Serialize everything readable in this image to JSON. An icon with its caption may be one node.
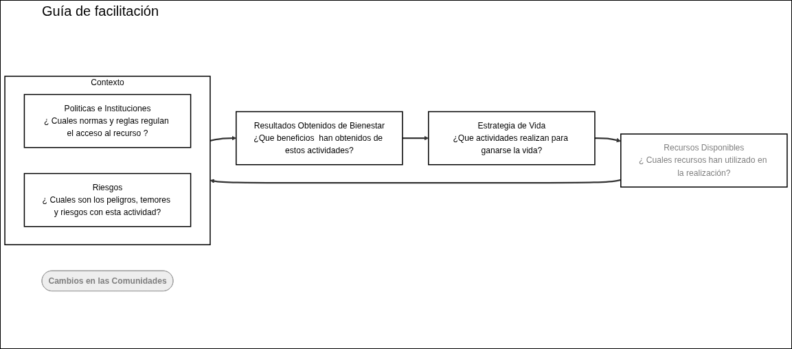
{
  "diagram": {
    "title": "Guía de facilitación",
    "nodes": [
      {
        "text": [
          "Estrategia de Vida",
          "¿Que actividades realizan para ganarse la vida?"
        ]
      },
      {
        "text": [
          "Recursos Disponibles",
          "¿ Cuales recursos han utilizado en la realización?"
        ]
      },
      {
        "text": [
          "Contexto"
        ]
      },
      {
        "text": [
          "Politicas e Instituciones",
          "¿ Cuales normas y reglas regulan el acceso al recurso ?"
        ],
        "in": 2
      },
      {
        "text": [
          "Riesgos",
          "¿ Cuales son los peligros, temores y riesgos con esta actividad?"
        ],
        "in": 2
      },
      {
        "text": [
          "Resultados Obtenidos de Bienestar",
          "¿Que beneficios  han obtenidos de estos actividades?"
        ]
      },
      {
        "text": [
          "Cambios en las Comunidades"
        ]
      }
    ],
    "edges": [
      {
        "from": 0,
        "to": 1,
        "arrow": "to"
      },
      {
        "from": 1,
        "to": 2,
        "arrow": "to"
      },
      {
        "from": 2,
        "to": 5,
        "arrow": "to"
      },
      {
        "from": 5,
        "to": 0,
        "arrow": "to"
      }
    ]
  }
}
